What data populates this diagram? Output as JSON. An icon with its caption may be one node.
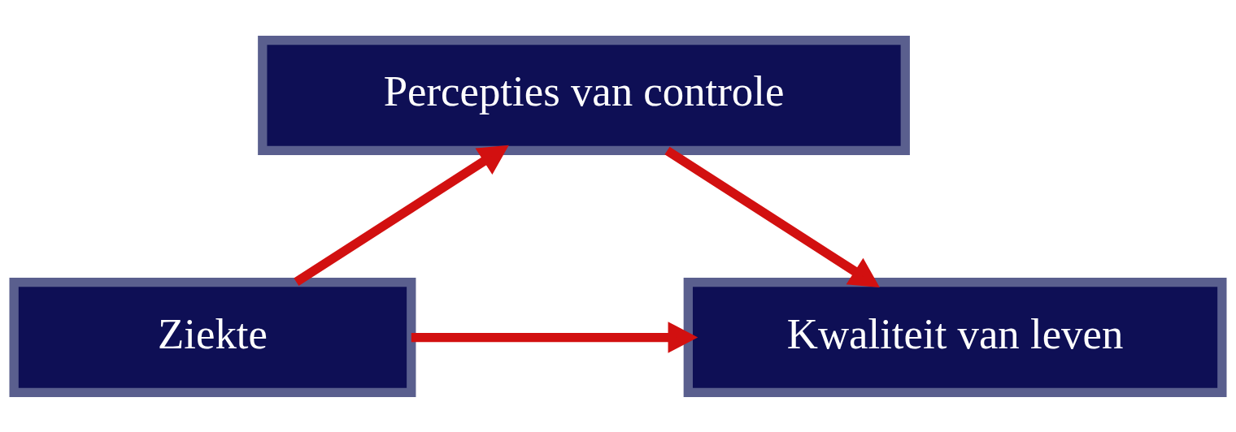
{
  "diagram": {
    "nodes": [
      {
        "text": [
          "Percepties van controle"
        ]
      },
      {
        "text": [
          "Ziekte"
        ]
      },
      {
        "text": [
          "Kwaliteit van leven"
        ]
      }
    ],
    "edges": [
      {
        "from": 1,
        "to": 0,
        "arrow": "to"
      },
      {
        "from": 0,
        "to": 2,
        "arrow": "to"
      },
      {
        "from": 1,
        "to": 2,
        "arrow": "to"
      }
    ]
  }
}
